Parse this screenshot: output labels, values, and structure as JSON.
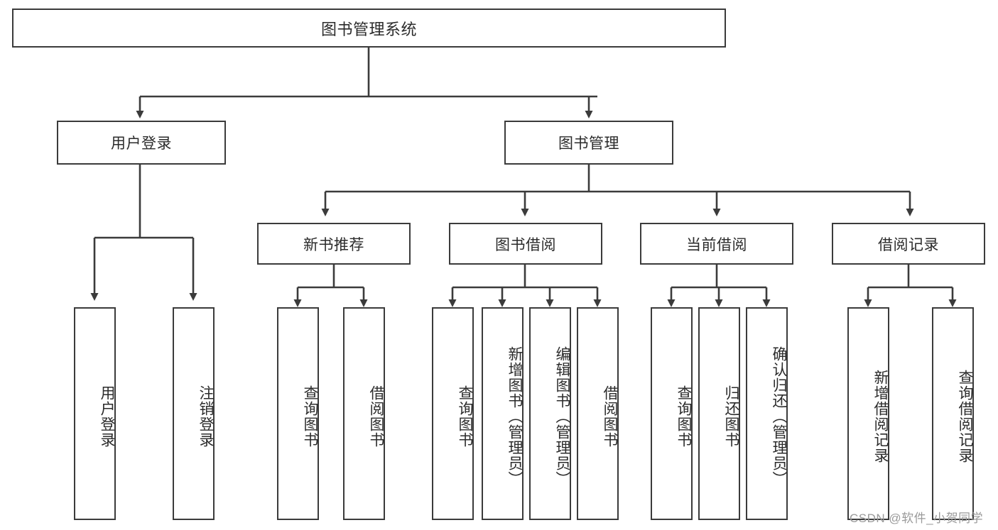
{
  "diagram": {
    "type": "tree-hierarchy-chart",
    "watermark": "CSDN @软件_小贺同学",
    "colors": {
      "box_border": "#3b3b3b",
      "box_fill": "#ffffff",
      "connector": "#3b3b3b",
      "text": "#2b2b2b",
      "watermark": "#9a9a9a",
      "background": "#ffffff"
    },
    "root": {
      "label": "图书管理系统"
    },
    "level2": [
      {
        "label": "用户登录"
      },
      {
        "label": "图书管理"
      }
    ],
    "level3": [
      {
        "label": "新书推荐"
      },
      {
        "label": "图书借阅"
      },
      {
        "label": "当前借阅"
      },
      {
        "label": "借阅记录"
      }
    ],
    "leaves": {
      "user_login": [
        {
          "label": "用户登录"
        },
        {
          "label": "注销登录"
        }
      ],
      "new_book_recommend": [
        {
          "label": "查询图书"
        },
        {
          "label": "借阅图书"
        }
      ],
      "book_borrow": [
        {
          "label": "查询图书"
        },
        {
          "label": "新增图书（管理员）"
        },
        {
          "label": "编辑图书（管理员）"
        },
        {
          "label": "借阅图书"
        }
      ],
      "current_borrow": [
        {
          "label": "查询图书"
        },
        {
          "label": "归还图书"
        },
        {
          "label": "确认归还（管理员）"
        }
      ],
      "borrow_record": [
        {
          "label": "新增借阅记录"
        },
        {
          "label": "查询借阅记录"
        }
      ]
    }
  }
}
